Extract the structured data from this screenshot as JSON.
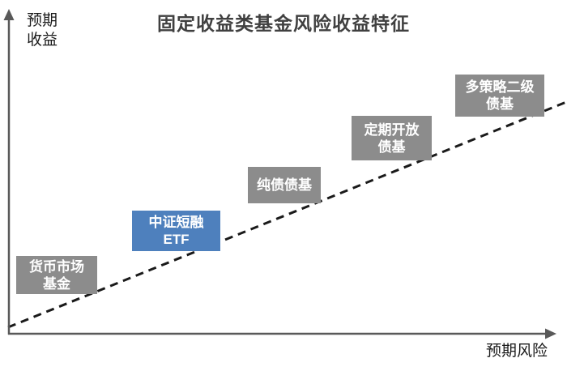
{
  "title": "固定收益类基金风险收益特征",
  "axes": {
    "y_label": "预期\n收益",
    "x_label": "预期风险"
  },
  "boxes": [
    {
      "id": "money-market-fund",
      "text": "货币市场\n基金",
      "highlight": false
    },
    {
      "id": "csi-short-financing-etf",
      "text": "中证短融\nETF",
      "highlight": true
    },
    {
      "id": "pure-bond-fund",
      "text": "纯债债基",
      "highlight": false
    },
    {
      "id": "regular-open-bond-fund",
      "text": "定期开放\n债基",
      "highlight": false
    },
    {
      "id": "multi-strategy-secondary-bond-fund",
      "text": "多策略二级\n债基",
      "highlight": false
    }
  ],
  "colors": {
    "box_gray": "#8c8c8c",
    "box_highlight_blue": "#4e80bd",
    "box_text": "#ffffff",
    "axis_gray": "#595959",
    "dashed_line": "#1a1a1a",
    "title_text": "#404040"
  },
  "chart_data": {
    "type": "scatter",
    "title": "固定收益类基金风险收益特征",
    "xlabel": "预期风险",
    "ylabel": "预期收益",
    "axis_ticks": "none",
    "grid": false,
    "legend": "none",
    "trendline": {
      "style": "dashed",
      "direction": "positive",
      "from": [
        0,
        0
      ],
      "to": [
        100,
        100
      ]
    },
    "points": [
      {
        "label": "货币市场基金",
        "risk_level": 1,
        "return_level": 1,
        "highlight": false
      },
      {
        "label": "中证短融ETF",
        "risk_level": 2,
        "return_level": 2,
        "highlight": true
      },
      {
        "label": "纯债债基",
        "risk_level": 3,
        "return_level": 3,
        "highlight": false
      },
      {
        "label": "定期开放债基",
        "risk_level": 4,
        "return_level": 4,
        "highlight": false
      },
      {
        "label": "多策略二级债基",
        "risk_level": 5,
        "return_level": 5,
        "highlight": false
      }
    ]
  }
}
